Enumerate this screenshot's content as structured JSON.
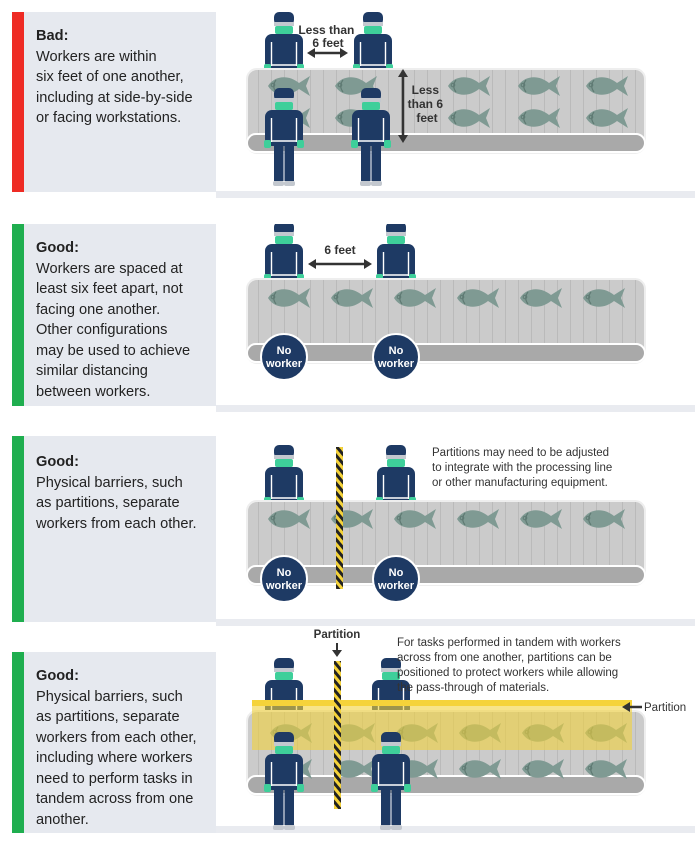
{
  "colors": {
    "bad": "#ee2b24",
    "good": "#1fae4f",
    "worker": "#1e3a64",
    "mask": "#3ecf9a",
    "fish": "#7f9a93",
    "conveyor": "#c9c9c9",
    "partition": "#f5d33a"
  },
  "panels": [
    {
      "heading": "Bad:",
      "lines": [
        "Workers are within",
        "six feet of one another,",
        "including at side-by-side",
        "or facing workstations."
      ],
      "horizontal_label": [
        "Less than",
        "6 feet"
      ],
      "vertical_label": [
        "Less",
        "than 6",
        "feet"
      ]
    },
    {
      "heading": "Good:",
      "lines": [
        "Workers are spaced at",
        "least six feet apart, not",
        "facing one another.",
        "Other configurations",
        "may be used to achieve",
        "similar distancing",
        "between workers."
      ],
      "horizontal_label": "6 feet",
      "no_worker": [
        "No",
        "worker"
      ]
    },
    {
      "heading": "Good:",
      "lines": [
        "Physical barriers, such",
        "as partitions, separate",
        "workers from each other."
      ],
      "note": [
        "Partitions may need to be adjusted",
        "to integrate with the processing line",
        "or other manufacturing equipment."
      ],
      "no_worker": [
        "No",
        "worker"
      ]
    },
    {
      "heading": "Good:",
      "lines": [
        "Physical barriers, such",
        "as partitions, separate",
        "workers from each other,",
        "including where workers",
        "need to perform tasks in",
        "tandem across from one",
        "another."
      ],
      "partition_label_top": "Partition",
      "partition_label_side": "Partition",
      "note": [
        "For tasks performed in tandem with workers",
        "across from one another, partitions can be",
        "positioned to protect workers while allowing",
        "the pass-through of materials."
      ]
    }
  ]
}
